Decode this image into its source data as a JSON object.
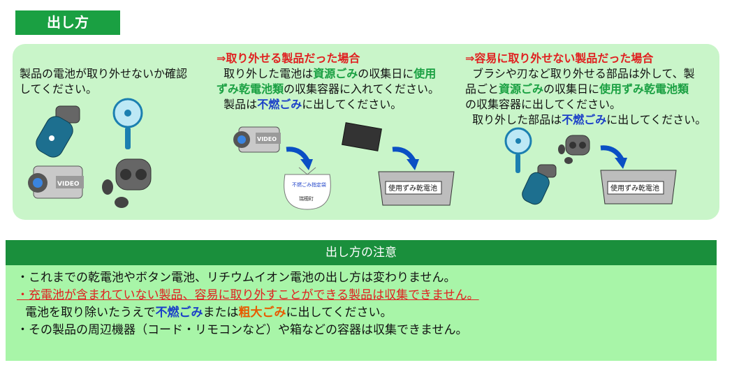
{
  "header": {
    "title": "出し方"
  },
  "intro": {
    "line1": "製品の電池が取り外せないか確認",
    "line2": "してください。"
  },
  "removable": {
    "heading": "⇒取り外せる製品だった場合",
    "p1_a": "取り外した電池は",
    "p1_b": "資源ごみ",
    "p1_c": "の収集日に",
    "p1_d": "使用",
    "p2_a": "ずみ乾電池類",
    "p2_b": "の収集容器に入れてください。",
    "p3_a": "製品は",
    "p3_b": "不燃ごみ",
    "p3_c": "に出してください。",
    "bag_label": "不燃ごみ指定袋",
    "bag_town": "瑞穂町",
    "box_label": "使用ずみ乾電池"
  },
  "not_removable": {
    "heading": "⇒容易に取り外せない製品だった場合",
    "p1": "ブラシや刃など取り外せる部品は外して、製",
    "p2_a": "品ごと",
    "p2_b": "資源ごみ",
    "p2_c": "の収集日に",
    "p2_d": "使用ずみ乾電池類",
    "p3": "の収集容器に出してください。",
    "p4_a": "取り外した部品は",
    "p4_b": "不燃ごみ",
    "p4_c": "に出してください。",
    "box_label": "使用ずみ乾電池"
  },
  "notice": {
    "title": "出し方の注意",
    "line1": "・これまでの乾電池やボタン電池、リチウムイオン電池の出し方は変わりません。",
    "line2": "・充電池が含まれていない製品、容易に取り外すことができる製品は収集できません。",
    "line3_a": "電池を取り除いたうえで",
    "line3_b": "不燃ごみ",
    "line3_c": "または",
    "line3_d": "粗大ごみ",
    "line3_e": "に出してください。",
    "line4": "・その製品の周辺機器（コード・リモコンなど）や箱などの容器は収集できません。"
  },
  "video_label": "VIDEO",
  "colors": {
    "header_green": "#1aa042",
    "panel_green": "#c9f5c9",
    "notice_head": "#1a8f3c",
    "notice_body": "#a8f5a8",
    "red": "#e02020",
    "blue": "#1b3fc8"
  }
}
